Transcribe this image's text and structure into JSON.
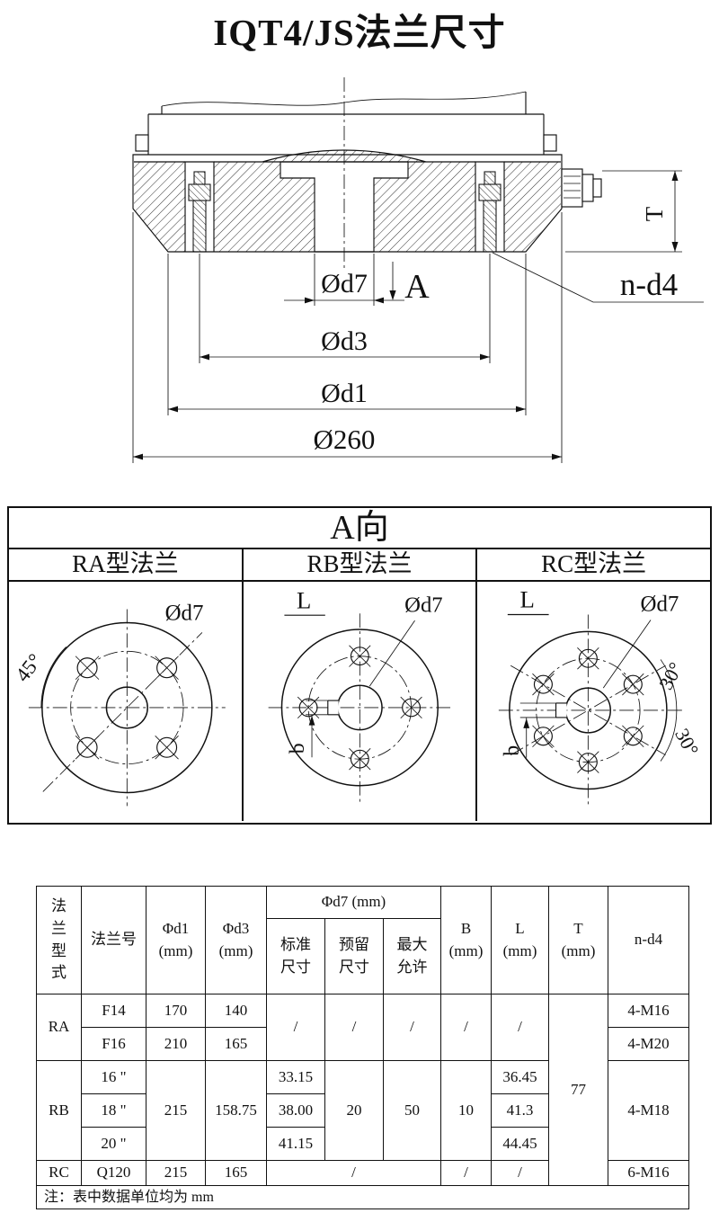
{
  "page": {
    "title": "IQT4/JS法兰尺寸"
  },
  "section_view": {
    "d7": "Ød7",
    "a_label": "A",
    "nd4": "n-d4",
    "d3": "Ød3",
    "d1": "Ød1",
    "outer": "Ø260",
    "t": "T"
  },
  "a_view_panel": {
    "title": "A向",
    "ra": {
      "title": "RA型法兰",
      "angle": "45°",
      "d7": "Ød7"
    },
    "rb": {
      "title": "RB型法兰",
      "l": "L",
      "d7": "Ød7",
      "b": "b"
    },
    "rc": {
      "title": "RC型法兰",
      "l": "L",
      "d7": "Ød7",
      "b": "b",
      "angle1": "30°",
      "angle2": "30°"
    }
  },
  "table": {
    "h": {
      "type": "法\n兰\n型\n式",
      "no": "法兰号",
      "d1": "Φd1\n(mm)",
      "d3": "Φd3\n(mm)",
      "d7": "Φd7 (mm)",
      "d7_std": "标准\n尺寸",
      "d7_res": "预留\n尺寸",
      "d7_max": "最大\n允许",
      "b": "B\n(mm)",
      "l": "L\n(mm)",
      "t": "T\n(mm)",
      "nd4": "n-d4"
    },
    "ra": {
      "label": "RA",
      "no1": "F14",
      "d1_1": "170",
      "d3_1": "140",
      "nd4_1": "4-M16",
      "no2": "F16",
      "d1_2": "210",
      "d3_2": "165",
      "nd4_2": "4-M20",
      "d7_std": "/",
      "d7_res": "/",
      "d7_max": "/",
      "b": "/",
      "l": "/"
    },
    "rb": {
      "label": "RB",
      "d1": "215",
      "d3": "158.75",
      "d7_res": "20",
      "d7_max": "50",
      "b": "10",
      "nd4": "4-M18",
      "no1": "16 \"",
      "std1": "33.15",
      "l1": "36.45",
      "no2": "18 \"",
      "std2": "38.00",
      "l2": "41.3",
      "no3": "20 \"",
      "std3": "41.15",
      "l3": "44.45"
    },
    "rc": {
      "label": "RC",
      "no": "Q120",
      "d1": "215",
      "d3": "165",
      "d7": "/",
      "b": "/",
      "l": "/",
      "nd4": "6-M16"
    },
    "t_value": "77",
    "note": "注：表中数据单位均为 mm"
  }
}
